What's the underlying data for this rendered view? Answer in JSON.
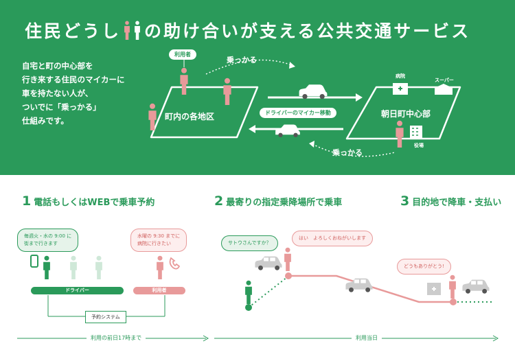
{
  "header": {
    "title_before": "住民どうし",
    "title_after": "の助け合いが支える公共交通サービス"
  },
  "intro_lines": [
    "自宅と町の中心部を",
    "行き来する住民のマイカーに",
    "車を持たない人が、",
    "ついでに「乗っかる」",
    "仕組みです。"
  ],
  "map": {
    "user_tag": "利用者",
    "left_area": "町内の各地区",
    "right_area": "朝日町中心部",
    "ride_top": "乗っかる",
    "ride_bottom": "乗っかる",
    "driver_label": "ドライバーのマイカー移動",
    "hospital": "病院",
    "supermarket": "スーパー",
    "town_office": "役場"
  },
  "colors": {
    "green": "#2a9a5a",
    "pink": "#e89a9a",
    "light_green": "#cfe8d8"
  },
  "steps": [
    {
      "num": "1",
      "text": "電話もしくはWEBで乗車予約"
    },
    {
      "num": "2",
      "text": "最寄りの指定乗降場所で乗車"
    },
    {
      "num": "3",
      "text": "目的地で降車・支払い"
    }
  ],
  "step1": {
    "driver_bubble": [
      "毎週火・水の 9:00 に",
      "街まで行きます"
    ],
    "user_bubble": [
      "水曜の 9:30 までに",
      "病院に行きたい"
    ],
    "driver_bar": "ドライバー",
    "user_bar": "利用者",
    "system": "予約システム"
  },
  "step2": {
    "driver_bubble": "サトウさんですか？",
    "user_bubble": "はい　よろしくおねがいします"
  },
  "step3": {
    "bubble": "どうもありがとう!"
  },
  "timeline": {
    "left": "利用の前日17時まで",
    "right": "利用当日"
  }
}
